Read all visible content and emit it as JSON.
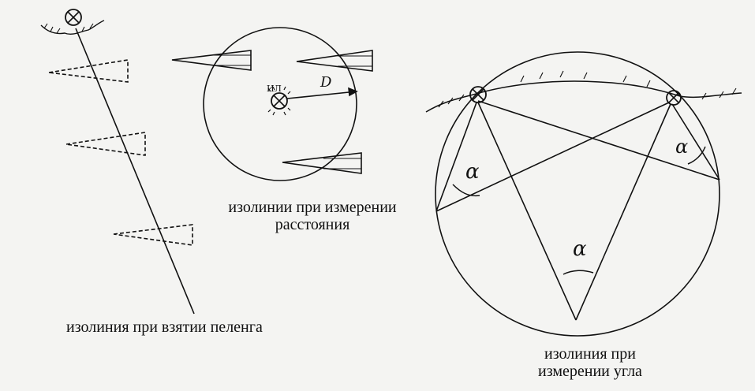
{
  "captions": {
    "bearing": "изолиния при взятии пеленга",
    "distance_line1": "изолинии при измерении",
    "distance_line2": "расстояния",
    "angle_line1": "изолиния при",
    "angle_line2": "измерении угла"
  },
  "labels": {
    "radius": "D",
    "angle": "α",
    "station": "ИЛ"
  },
  "colors": {
    "ink": "#111111",
    "paper": "#f4f4f2"
  }
}
